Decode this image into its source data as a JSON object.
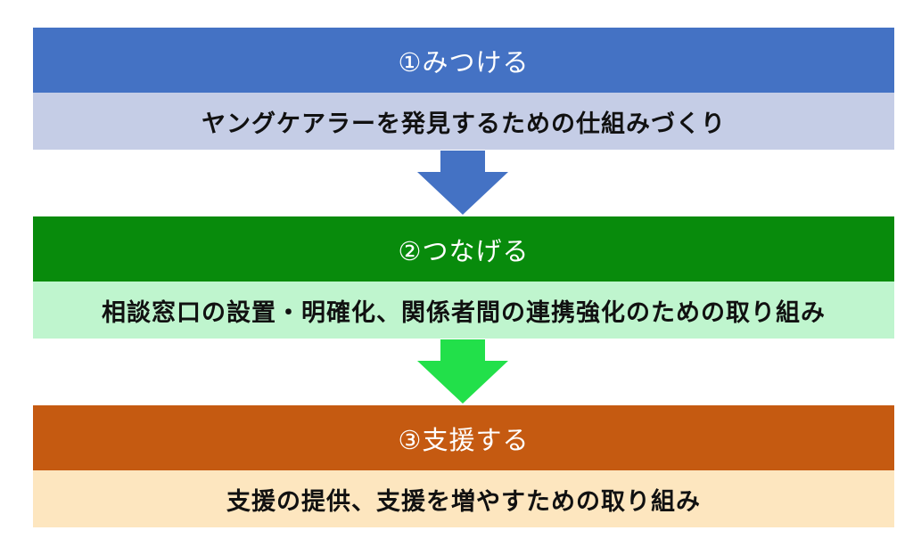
{
  "stages": [
    {
      "header": "①みつける",
      "description": "ヤングケアラーを発見するための仕組みづくり"
    },
    {
      "header": "②つなげる",
      "description": "相談窓口の設置・明確化、関係者間の連携強化のための取り組み"
    },
    {
      "header": "③支援する",
      "description": "支援の提供、支援を増やすための取り組み"
    }
  ],
  "colors": {
    "stage1_header": "#4472c4",
    "stage1_body": "#c5cde6",
    "stage2_header": "#088b0c",
    "stage2_body": "#bff5ce",
    "stage3_header": "#c55a11",
    "stage3_body": "#fde6bf",
    "arrow1": "#4472c4",
    "arrow2": "#22e04a"
  }
}
